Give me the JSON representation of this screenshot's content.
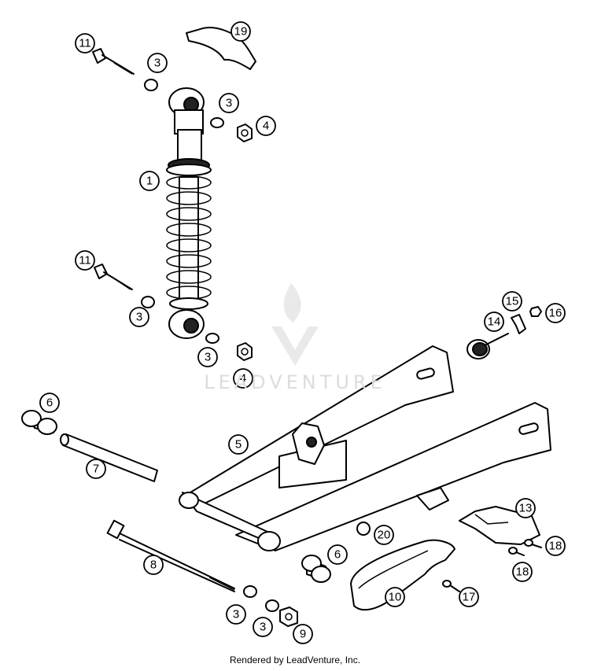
{
  "callouts": [
    "1",
    "3",
    "4",
    "5",
    "6",
    "7",
    "8",
    "9",
    "10",
    "11",
    "13",
    "14",
    "15",
    "16",
    "17",
    "18",
    "19",
    "20"
  ],
  "watermark": "LEADVENTURE",
  "footer": "Rendered by LeadVenture, Inc.",
  "colors": {
    "line": "#000000",
    "background": "#ffffff",
    "watermark": "#dcdcdc"
  }
}
